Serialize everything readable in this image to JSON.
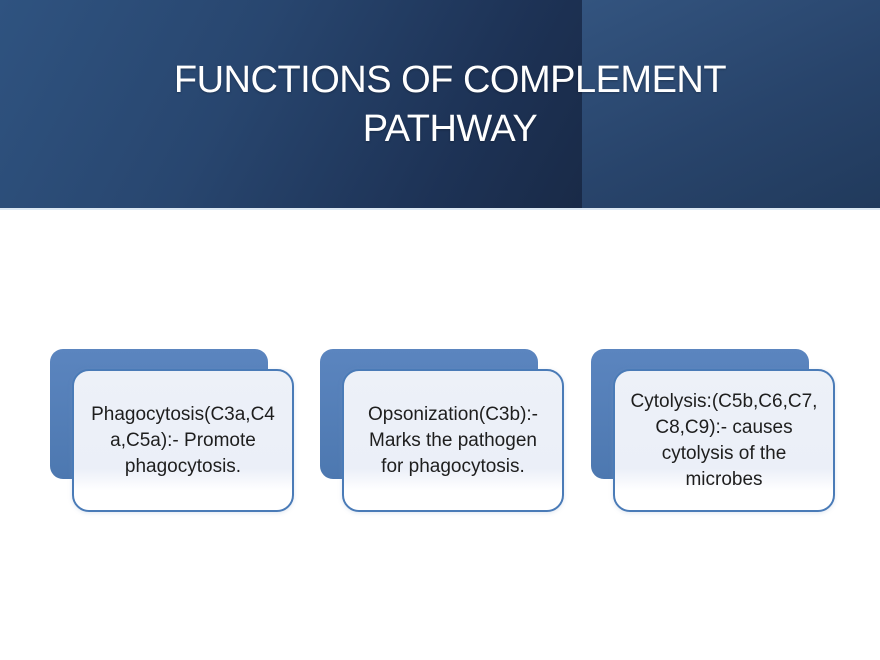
{
  "slide": {
    "title": "FUNCTIONS OF COMPLEMENT\nPATHWAY"
  },
  "boxes": [
    {
      "text": "Phagocytosis(C3a,C4\na,C5a):- Promote\nphagocytosis."
    },
    {
      "text": "Opsonization(C3b):-\nMarks the pathogen\nfor phagocytosis."
    },
    {
      "text": "Cytolysis:(C5b,C6,C7,\nC8,C9):- causes\ncytolysis of the\nmicrobes"
    }
  ],
  "theme": {
    "banner_left_top_color": "#2f5380",
    "banner_left_bottom_color": "#192a47",
    "banner_right_top_color": "#33547f",
    "banner_right_bottom_color": "#213a5c",
    "banner_divider_x": "582",
    "accent_shape_color": "#5180b8",
    "card_border_color": "#4a7bb7",
    "card_fill_color": "#edf1f8",
    "card_bottom_color": "#ffffff",
    "title_text_color": "#ffffff",
    "body_text_color": "#1e1e1e",
    "slide_background_color": "#ffffff"
  }
}
